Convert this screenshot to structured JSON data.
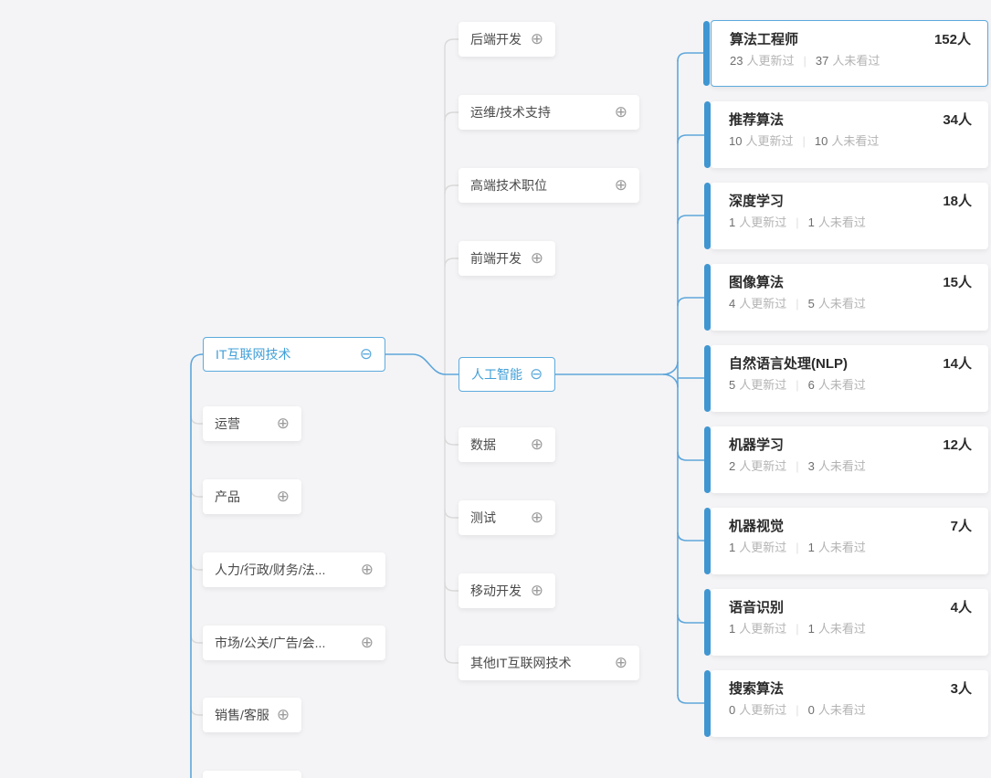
{
  "colors": {
    "background": "#f4f4f6",
    "connector_blue": "#5ea6da",
    "connector_gray": "#d9d9d9",
    "card_accent": "#3f96d1",
    "selected_border": "#5caadd",
    "selected_text": "#42a0d8",
    "title_text": "#2b2b2b",
    "node_text": "#4a4a4a",
    "subtitle_text": "#b3b3b3"
  },
  "icons": {
    "expand": "⊕",
    "collapse": "⊖"
  },
  "labels": {
    "divider": "|"
  },
  "tree": {
    "categories": [
      {
        "label": "IT互联网技术",
        "state": "expanded",
        "selected": true
      },
      {
        "label": "运营",
        "state": "collapsed",
        "selected": false
      },
      {
        "label": "产品",
        "state": "collapsed",
        "selected": false
      },
      {
        "label": "人力/行政/财务/法...",
        "state": "collapsed",
        "selected": false
      },
      {
        "label": "市场/公关/广告/会...",
        "state": "collapsed",
        "selected": false
      },
      {
        "label": "销售/客服",
        "state": "collapsed",
        "selected": false
      },
      {
        "label": "",
        "state": "collapsed",
        "selected": false
      }
    ],
    "subcategories": [
      {
        "label": "后端开发",
        "state": "collapsed",
        "selected": false
      },
      {
        "label": "运维/技术支持",
        "state": "collapsed",
        "selected": false
      },
      {
        "label": "高端技术职位",
        "state": "collapsed",
        "selected": false
      },
      {
        "label": "前端开发",
        "state": "collapsed",
        "selected": false
      },
      {
        "label": "人工智能",
        "state": "expanded",
        "selected": true
      },
      {
        "label": "数据",
        "state": "collapsed",
        "selected": false
      },
      {
        "label": "测试",
        "state": "collapsed",
        "selected": false
      },
      {
        "label": "移动开发",
        "state": "collapsed",
        "selected": false
      },
      {
        "label": "其他IT互联网技术",
        "state": "collapsed",
        "selected": false
      }
    ],
    "jobs": [
      {
        "title": "算法工程师",
        "count": "152人",
        "updated_num": "23",
        "updated_label": "人更新过",
        "unviewed_num": "37",
        "unviewed_label": "人未看过",
        "selected": true
      },
      {
        "title": "推荐算法",
        "count": "34人",
        "updated_num": "10",
        "updated_label": "人更新过",
        "unviewed_num": "10",
        "unviewed_label": "人未看过",
        "selected": false
      },
      {
        "title": "深度学习",
        "count": "18人",
        "updated_num": "1",
        "updated_label": "人更新过",
        "unviewed_num": "1",
        "unviewed_label": "人未看过",
        "selected": false
      },
      {
        "title": "图像算法",
        "count": "15人",
        "updated_num": "4",
        "updated_label": "人更新过",
        "unviewed_num": "5",
        "unviewed_label": "人未看过",
        "selected": false
      },
      {
        "title": "自然语言处理(NLP)",
        "count": "14人",
        "updated_num": "5",
        "updated_label": "人更新过",
        "unviewed_num": "6",
        "unviewed_label": "人未看过",
        "selected": false
      },
      {
        "title": "机器学习",
        "count": "12人",
        "updated_num": "2",
        "updated_label": "人更新过",
        "unviewed_num": "3",
        "unviewed_label": "人未看过",
        "selected": false
      },
      {
        "title": "机器视觉",
        "count": "7人",
        "updated_num": "1",
        "updated_label": "人更新过",
        "unviewed_num": "1",
        "unviewed_label": "人未看过",
        "selected": false
      },
      {
        "title": "语音识别",
        "count": "4人",
        "updated_num": "1",
        "updated_label": "人更新过",
        "unviewed_num": "1",
        "unviewed_label": "人未看过",
        "selected": false
      },
      {
        "title": "搜索算法",
        "count": "3人",
        "updated_num": "0",
        "updated_label": "人更新过",
        "unviewed_num": "0",
        "unviewed_label": "人未看过",
        "selected": false
      }
    ]
  }
}
